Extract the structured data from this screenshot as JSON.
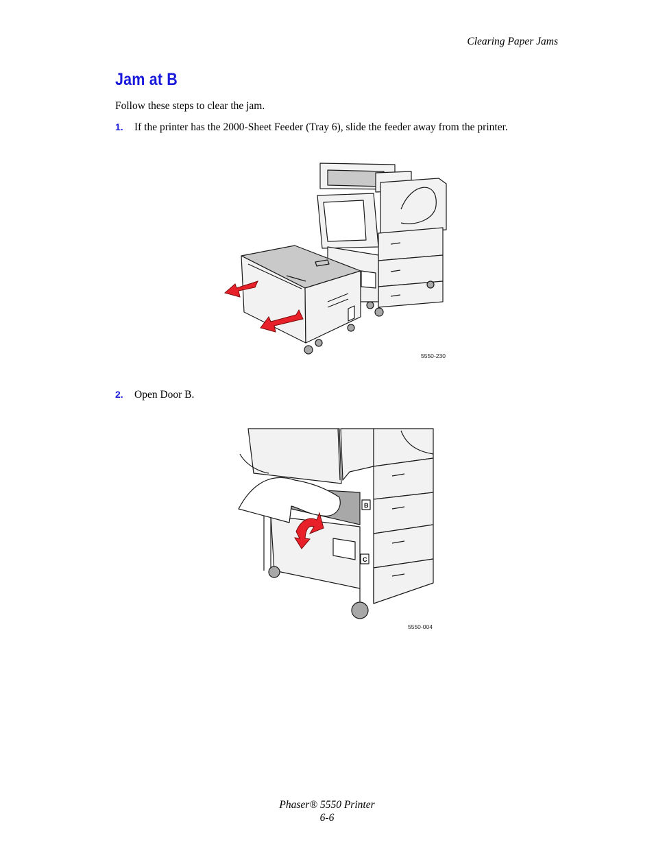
{
  "header": {
    "running_head": "Clearing Paper Jams"
  },
  "section": {
    "title": "Jam at B",
    "intro": "Follow these steps to clear the jam."
  },
  "steps": [
    {
      "number": "1.",
      "text": "If the printer has the 2000-Sheet Feeder (Tray 6), slide the feeder away from the printer."
    },
    {
      "number": "2.",
      "text": "Open Door B."
    }
  ],
  "figures": [
    {
      "code": "5550-230",
      "arrow_color": "#e8202a"
    },
    {
      "code": "5550-004",
      "labels": [
        "B",
        "C"
      ],
      "arrow_color": "#e8202a"
    }
  ],
  "footer": {
    "product": "Phaser® 5550 Printer",
    "page": "6-6"
  },
  "colors": {
    "heading": "#1a1adb",
    "arrow": "#e8202a"
  }
}
